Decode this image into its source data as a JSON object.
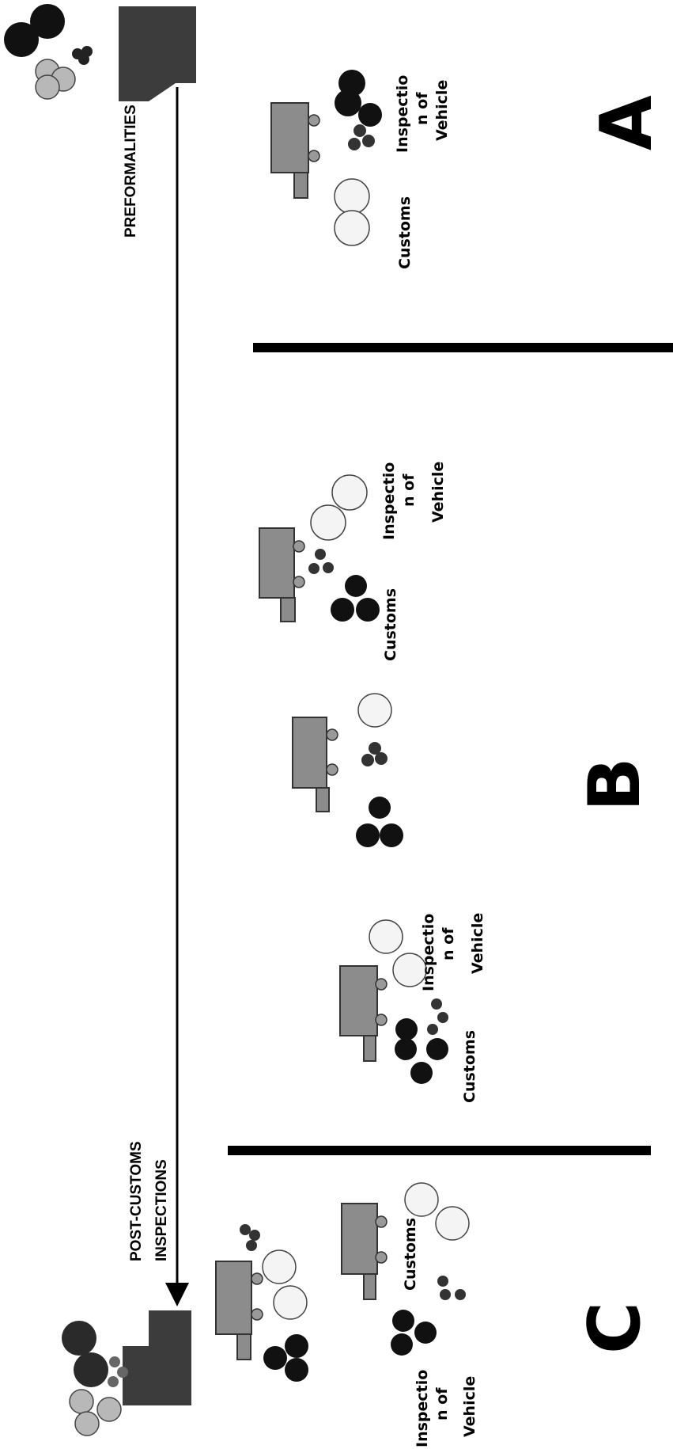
{
  "labels": {
    "preformalities": "PREFORMALITIES",
    "post_customs_line1": "POST-CUSTOMS",
    "post_customs_line2": "INSPECTIONS",
    "customs": "Customs",
    "inspection_line1": "Inspectio",
    "inspection_line2": "n of",
    "inspection_line3": "Vehicle"
  },
  "sections": {
    "a": "A",
    "b": "B",
    "c": "C"
  },
  "colors": {
    "dark_circle": "#111111",
    "grey_circle": "#b8b8b8",
    "light_circle": "#f4f4f4",
    "truck": "#8c8c8c",
    "building": "#3c3c3c",
    "line": "#000000"
  }
}
